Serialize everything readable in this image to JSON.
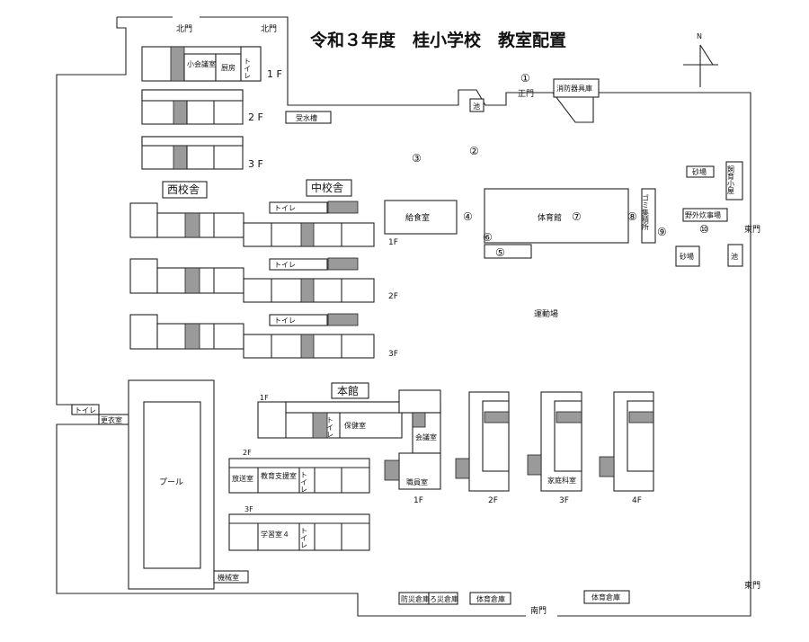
{
  "title": "令和３年度　桂小学校　教室配置",
  "compass": {
    "north": "N"
  },
  "gates": {
    "north_a": "北門",
    "north_b": "北門",
    "main": "正門",
    "east": "東門",
    "east_lower": "東門",
    "south": "南門"
  },
  "buildings": {
    "west": "西校舎",
    "middle": "中校舎",
    "main": "本館",
    "gym": "体育館",
    "cafeteria": "給食室"
  },
  "rooms": {
    "meeting_small": "小会議室",
    "kitchen": "厨房",
    "toilet": "トイレ",
    "toilet_v": "トイレ",
    "water_tank": "受水槽",
    "fire_storage": "消防器具庫",
    "pond": "池",
    "sand_a": "砂場",
    "sand_b": "砂場",
    "pond2": "池",
    "animal_hut": "飼育小屋",
    "outdoor_cooking": "野外炊事場",
    "garbage": "ゴミ集積所",
    "playground": "運動場",
    "pool": "プール",
    "changing": "更衣室",
    "machine": "機械室",
    "health": "保健室",
    "conference": "会議室",
    "staff": "職員室",
    "broadcast": "放送室",
    "edu_support": "教育支援室",
    "study4": "学習室４",
    "home_ec": "家庭科室",
    "disaster_storage": "防災倉庫",
    "fire_storage2": "ろ災倉庫",
    "pe_storage_a": "体育倉庫",
    "pe_storage_b": "体育倉庫"
  },
  "floors": {
    "nb_1f": "1 F",
    "nb_2f": "2 F",
    "nb_3f": "3 F",
    "mid_1f": "1F",
    "mid_2f": "2F",
    "mid_3f": "3F",
    "main_1f": "1F",
    "main_2f": "2F",
    "main_3f": "3F",
    "sec_1f": "1F",
    "sec_2f": "2F",
    "sec_3f": "3F",
    "sec_4f": "4F"
  },
  "markers": [
    "①",
    "②",
    "③",
    "④",
    "⑤",
    "⑥",
    "⑦",
    "⑧",
    "⑨",
    "⑩"
  ]
}
